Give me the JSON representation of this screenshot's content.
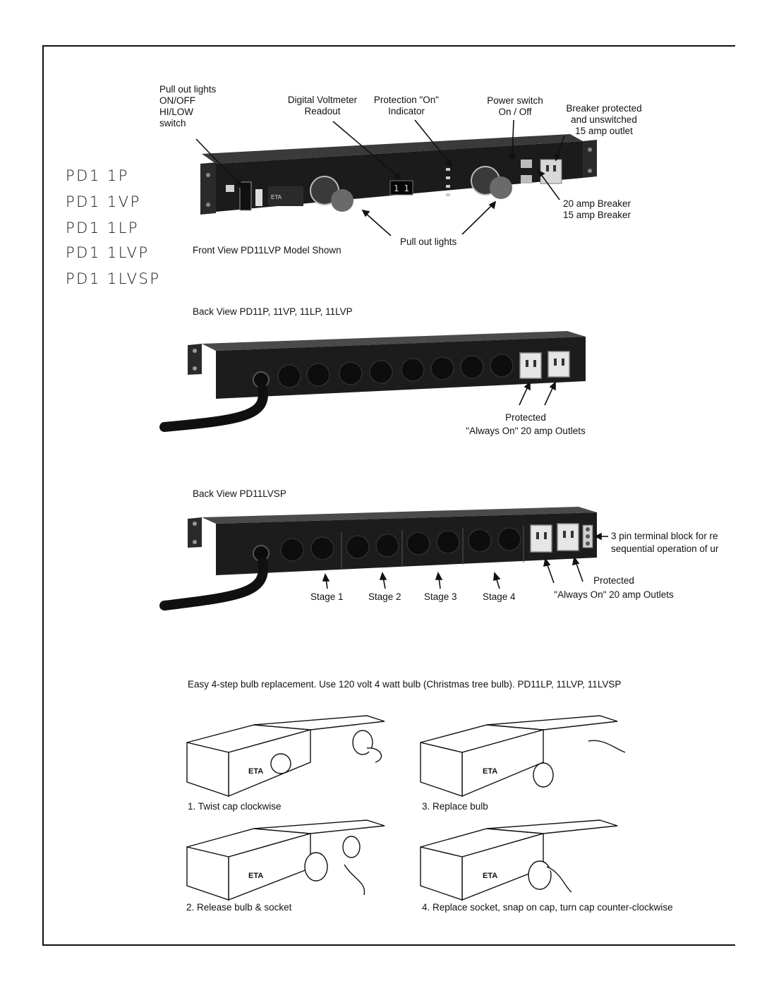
{
  "models": [
    "PD1 1P",
    "PD1 1VP",
    "PD1 1LP",
    "PD1 1LVP",
    "PD1 1LVSP"
  ],
  "front_view": {
    "callout_pullout_switch": [
      "Pull out lights",
      "ON/OFF",
      "HI/LOW",
      "switch"
    ],
    "callout_voltmeter": [
      "Digital Voltmeter",
      "Readout"
    ],
    "callout_protection": [
      "Protection \"On\"",
      "Indicator"
    ],
    "callout_power": [
      "Power switch",
      "On / Off"
    ],
    "callout_breaker_outlet": [
      "Breaker protected",
      "and unswitched",
      "15 amp outlet"
    ],
    "callout_breakers": [
      "20 amp Breaker",
      "15 amp Breaker"
    ],
    "callout_pullout_lights": "Pull out lights",
    "caption": "Front View PD11LVP Model Shown",
    "panel_logo": "ETA"
  },
  "back_view_1": {
    "caption": "Back View PD11P, 11VP, 11LP, 11LVP",
    "protected": "Protected",
    "always_on": "\"Always On\" 20 amp Outlets"
  },
  "back_view_2": {
    "caption": "Back View PD11LVSP",
    "terminal_line1": "3 pin terminal block for re",
    "terminal_line2": "sequential operation of ur",
    "stages": [
      "Stage 1",
      "Stage 2",
      "Stage 3",
      "Stage 4"
    ],
    "protected": "Protected",
    "always_on": "\"Always On\" 20 amp Outlets"
  },
  "bulb": {
    "intro": "Easy 4-step bulb replacement. Use 120 volt 4 watt bulb (Christmas tree bulb). PD11LP, 11LVP, 11LVSP",
    "steps": [
      "1. Twist cap clockwise",
      "2. Release bulb & socket",
      "3. Replace bulb",
      "4. Replace socket, snap on cap, turn cap counter-clockwise"
    ],
    "panel_logo": "ETA"
  }
}
